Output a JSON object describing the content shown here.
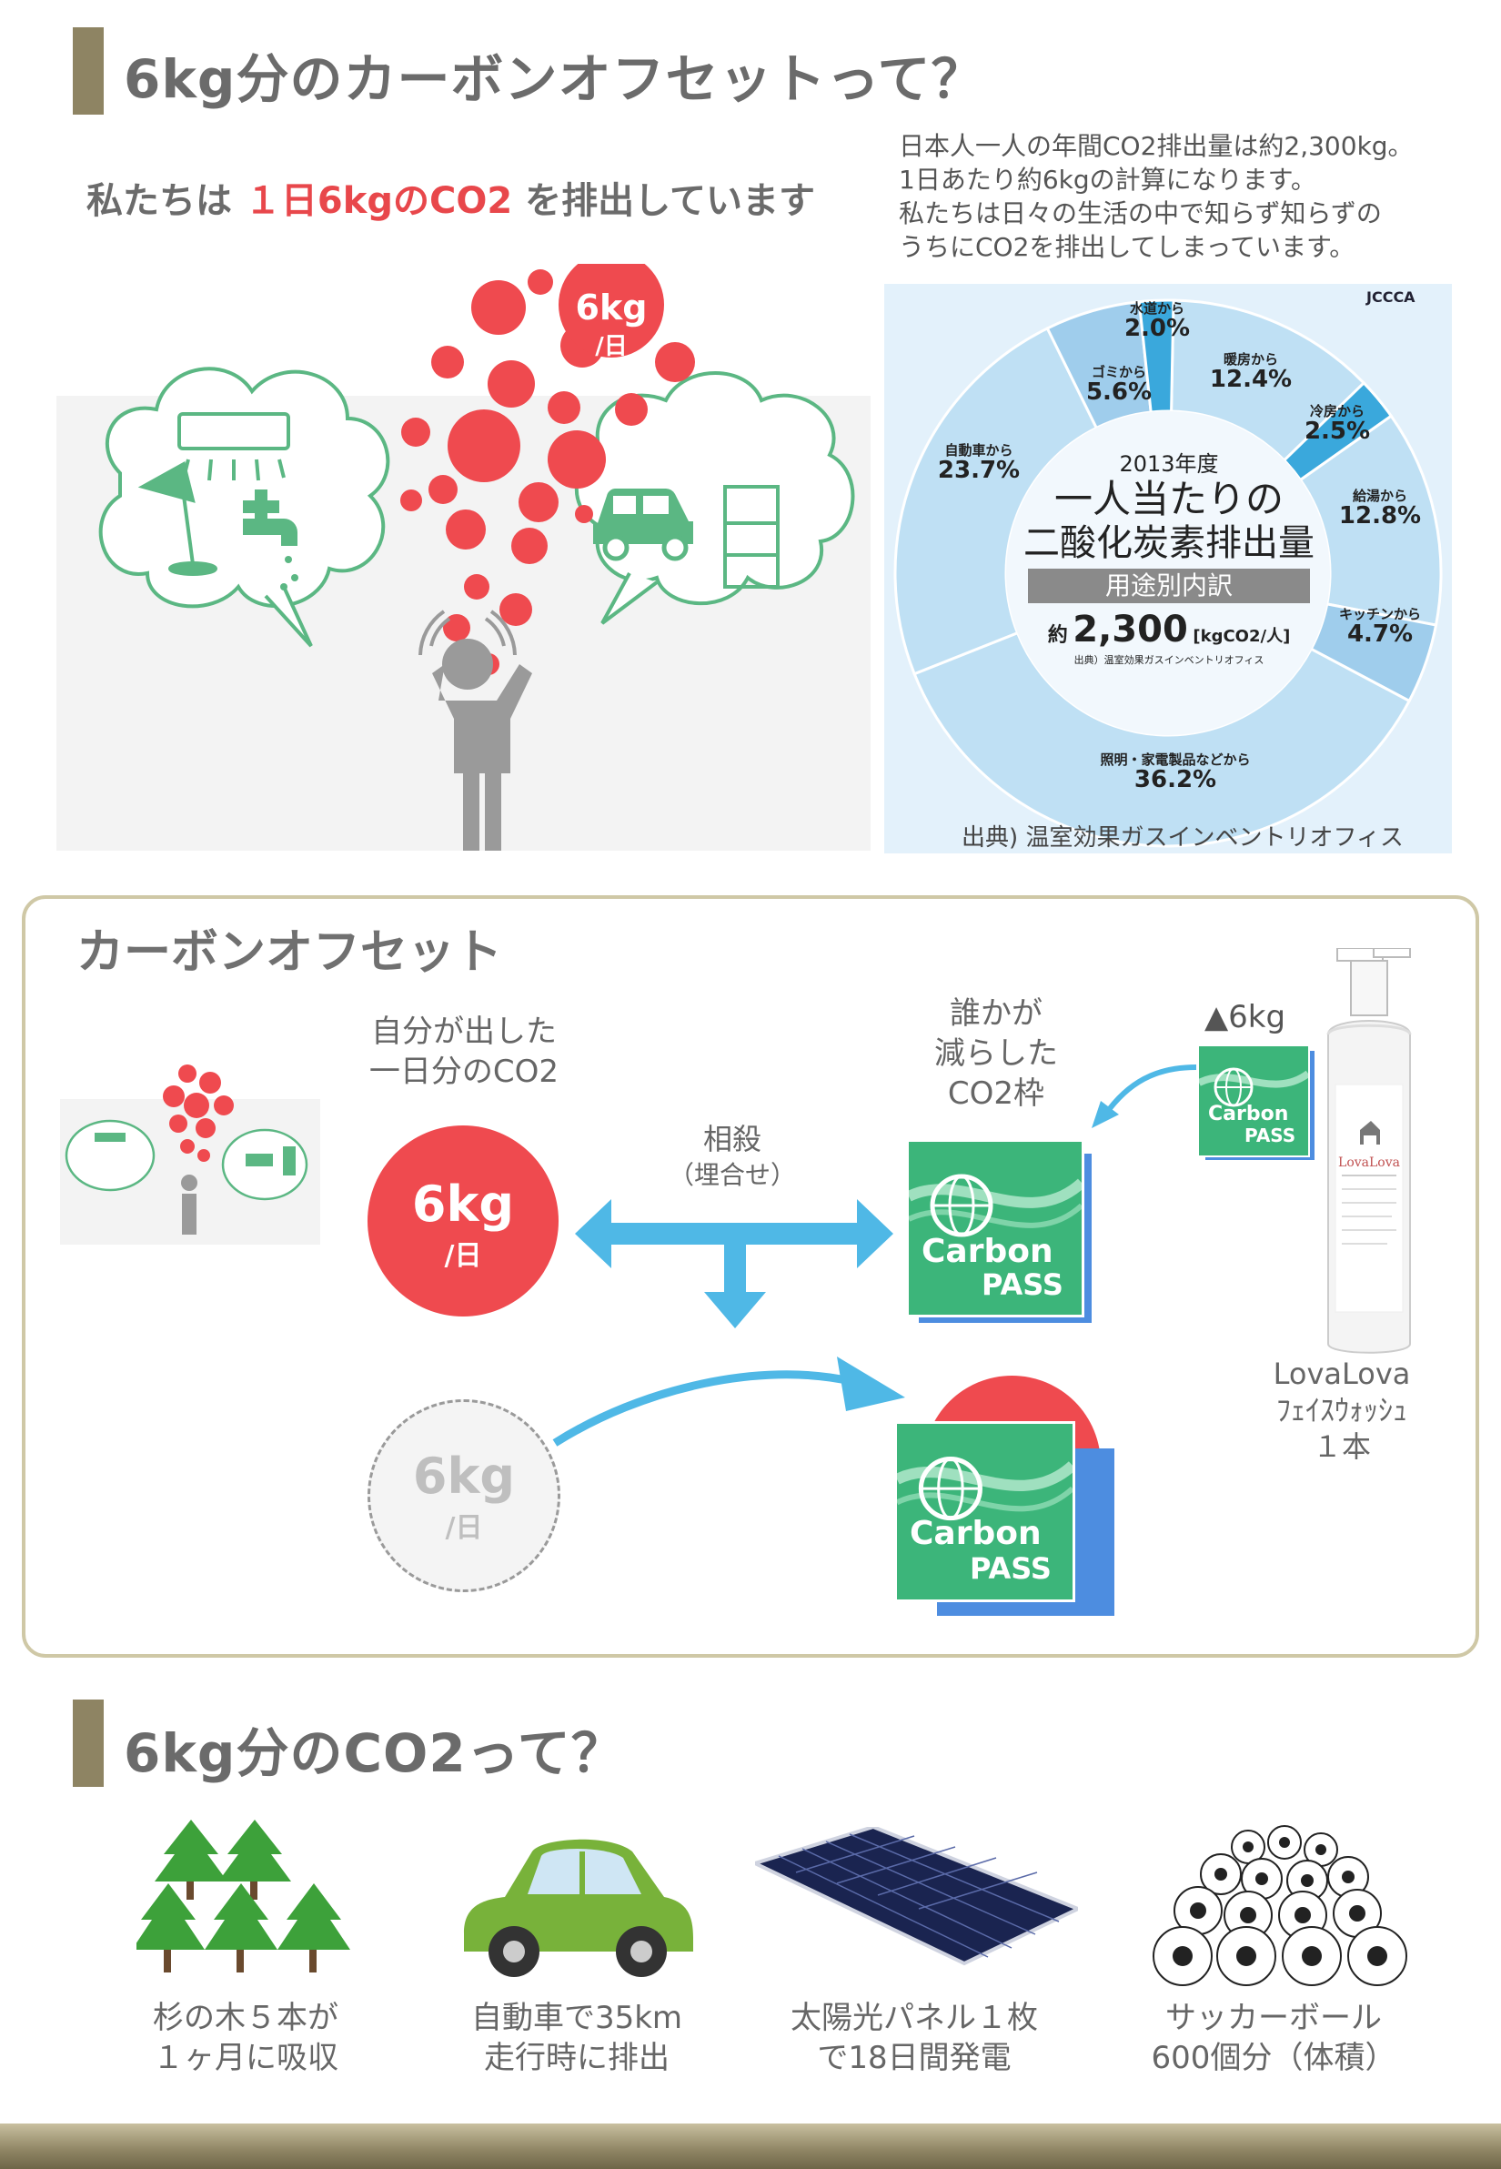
{
  "section1": {
    "title": "6kg分のカーボンオフセットって？",
    "subhead_pre": "私たちは",
    "subhead_highlight": "１日6kgのCO2",
    "subhead_post": "を排出しています",
    "bubble_value": "6kg",
    "bubble_unit": "/日",
    "intro_lines": [
      "日本人一人の年間CO2排出量は約2,300kg。",
      "1日あたり約6kgの計算になります。",
      "私たちは日々の生活の中で知らず知らずの",
      "うちにCO2を排出してしまっています。"
    ]
  },
  "pie": {
    "logo": "JCCCA",
    "year": "2013年度",
    "title_line1": "一人当たりの",
    "title_line2": "二酸化炭素排出量",
    "band": "用途別内訳",
    "total_prefix": "約",
    "total_value": "2,300",
    "total_unit": "[kgCO2/人]",
    "inner_source": "出典）温室効果ガスインベントリオフィス",
    "source": "出典) 温室効果ガスインベントリオフィス",
    "colors": {
      "dark": "#3aa8dc",
      "light": "#bfe0f4",
      "mid": "#9fcdec"
    }
  },
  "chart_data": {
    "type": "pie",
    "title": "一人当たりの二酸化炭素排出量 用途別内訳",
    "slices": [
      {
        "name": "暖房から",
        "value": 12.4
      },
      {
        "name": "冷房から",
        "value": 2.5
      },
      {
        "name": "給湯から",
        "value": 12.8
      },
      {
        "name": "キッチンから",
        "value": 4.7
      },
      {
        "name": "照明・家電製品などから",
        "value": 36.2
      },
      {
        "name": "自動車から",
        "value": 23.7
      },
      {
        "name": "ゴミから",
        "value": 5.6
      },
      {
        "name": "水道から",
        "value": 2.0
      }
    ],
    "unit": "%"
  },
  "offset": {
    "title": "カーボンオフセット",
    "own_caption_1": "自分が出した",
    "own_caption_2": "一日分のCO2",
    "circle_value": "6kg",
    "circle_unit": "/日",
    "arrow_caption_1": "相殺",
    "arrow_caption_2": "（埋合せ）",
    "other_caption_1": "誰かが",
    "other_caption_2": "減らした",
    "other_caption_3": "CO2枠",
    "small_label": "▲6kg",
    "cp_line1": "Carbon",
    "cp_line2": "PASS",
    "result_circle_value": "6kg",
    "result_circle_unit": "/日",
    "product_name": "LovaLova",
    "product_type": "ﾌｪｲｽｳｫｯｼｭ",
    "product_count": "１本",
    "bottle_label": "LovaLova"
  },
  "section2": {
    "title": "6kg分のCO2って？",
    "items": [
      {
        "line1": "杉の木５本が",
        "line2": "１ヶ月に吸収"
      },
      {
        "line1": "自動車で35km",
        "line2": "走行時に排出"
      },
      {
        "line1": "太陽光パネル１枚",
        "line2": "で18日間発電"
      },
      {
        "line1": "サッカーボール",
        "line2": "600個分（体積）"
      }
    ]
  }
}
